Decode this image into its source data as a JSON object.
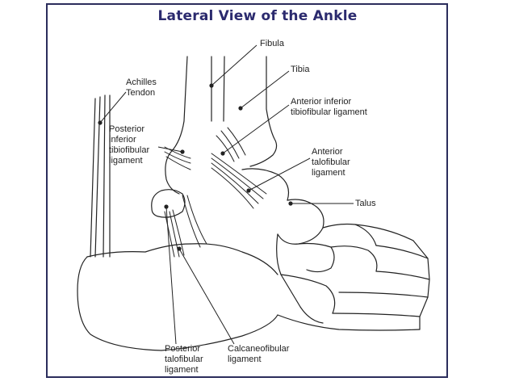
{
  "title": "Lateral View of the Ankle",
  "labels": {
    "fibula": [
      "Fibula"
    ],
    "tibia": [
      "Tibia"
    ],
    "achilles_tendon": [
      "Achilles",
      "Tendon"
    ],
    "anterior_inferior_tibiofibular": [
      "Anterior inferior",
      "tibiofibular ligament"
    ],
    "posterior_inferior_tibiofibular": [
      "Posterior",
      "inferior",
      "tibiofibular",
      "ligament"
    ],
    "anterior_talofibular": [
      "Anterior",
      "talofibular",
      "ligament"
    ],
    "talus": [
      "Talus"
    ],
    "posterior_talofibular": [
      "Posterior",
      "talofibular",
      "ligament"
    ],
    "calcaneofibular": [
      "Calcaneofibular",
      "ligament"
    ]
  },
  "colors": {
    "title": "#2b2a6e",
    "frame": "#2b2d5c",
    "ink": "#222222"
  }
}
